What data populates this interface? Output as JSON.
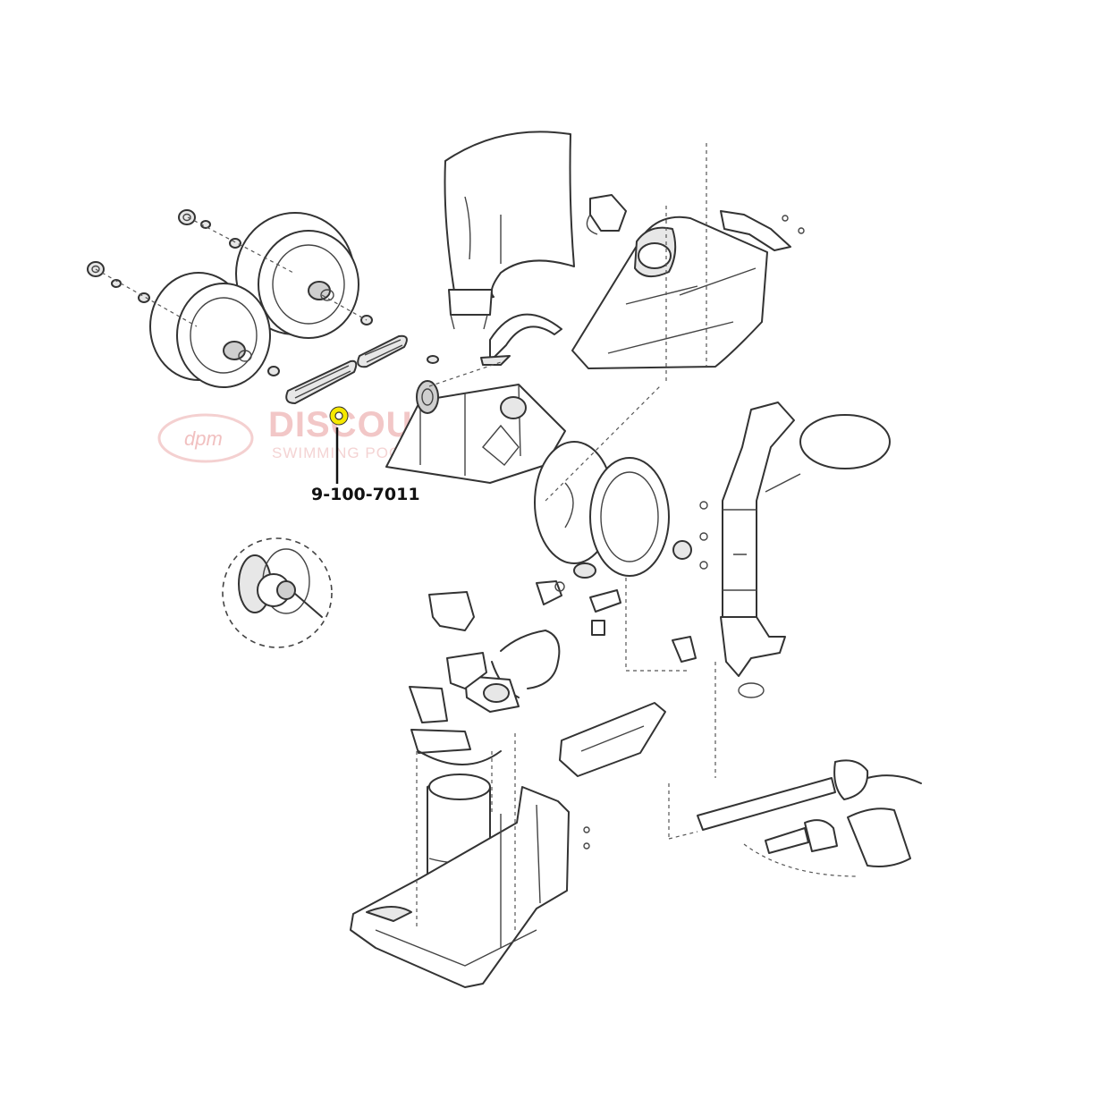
{
  "callout": {
    "part_number": "9-100-7011",
    "highlight_color": "#f6e800"
  },
  "watermark": {
    "logo": "dpm",
    "title": "DISCOUNT P",
    "subtitle": "SWIMMING POOL & S",
    "color": "#f2c7c7"
  }
}
